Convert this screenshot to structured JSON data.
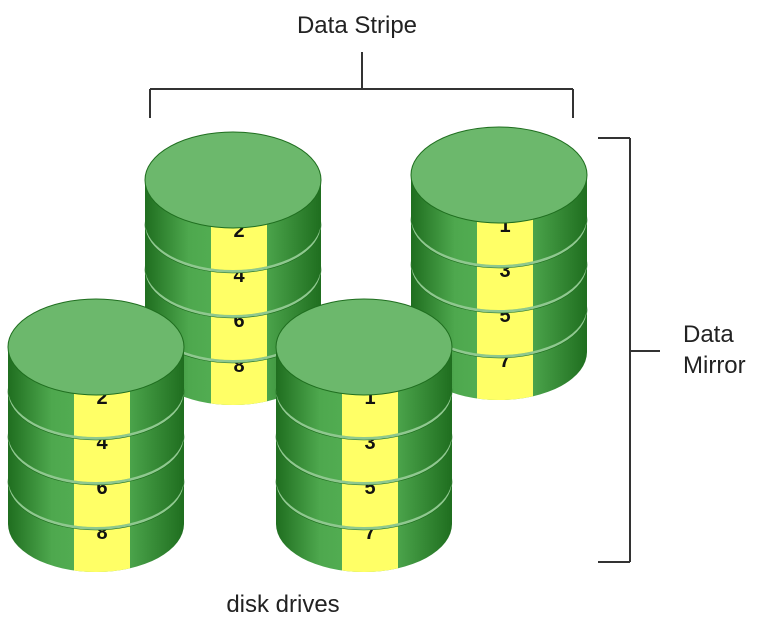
{
  "labels": {
    "stripe": "Data Stripe",
    "mirror_line1": "Data",
    "mirror_line2": "Mirror",
    "drives": "disk drives"
  },
  "colors": {
    "disk_top": "#6cb86c",
    "disk_side_light": "#4ea84e",
    "disk_side_dark": "#1f6e1f",
    "disk_gap": "#8fc88f",
    "block_fill": "#ffff66",
    "bracket": "#333333"
  },
  "drives": [
    {
      "name": "back-left",
      "blocks": [
        "2",
        "4",
        "6",
        "8"
      ]
    },
    {
      "name": "back-right",
      "blocks": [
        "1",
        "3",
        "5",
        "7"
      ]
    },
    {
      "name": "front-left",
      "blocks": [
        "2",
        "4",
        "6",
        "8"
      ]
    },
    {
      "name": "front-right",
      "blocks": [
        "1",
        "3",
        "5",
        "7"
      ]
    }
  ]
}
